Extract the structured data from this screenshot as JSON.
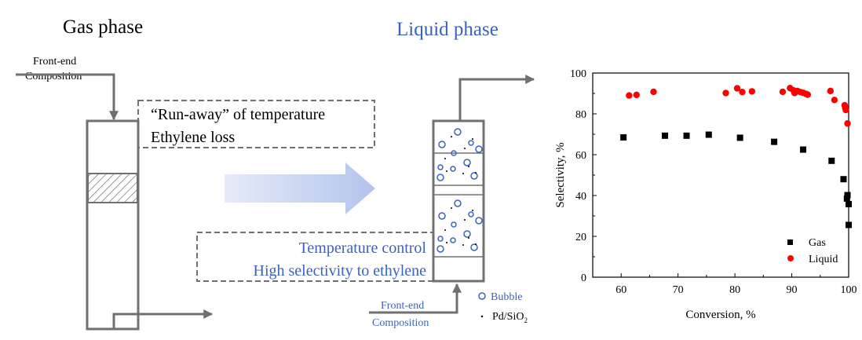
{
  "diagram": {
    "gas_title": "Gas phase",
    "liquid_title": "Liquid phase",
    "gas_inlet_line1": "Front-end",
    "gas_inlet_line2": "Composition",
    "gas_note_line1": "“Run-away” of temperature",
    "gas_note_line2": "Ethylene loss",
    "liquid_note_line1": "Temperature control",
    "liquid_note_line2": "High selectivity to ethylene",
    "liquid_inlet_line1": "Front-end",
    "liquid_inlet_line2": "Composition",
    "legend_bubble": "Bubble",
    "legend_catalyst": "Pd/SiO",
    "legend_catalyst_sub": "2"
  },
  "colors": {
    "gas": "#000000",
    "liquid": "#ff0000",
    "blue_text": "#3a62c0",
    "frame": "#707070"
  },
  "chart_data": {
    "type": "scatter",
    "xlabel": "Conversion, %",
    "ylabel": "Selectivity, %",
    "xlim": [
      55,
      100
    ],
    "ylim": [
      0,
      100
    ],
    "xticks": [
      60,
      70,
      80,
      90,
      100
    ],
    "yticks": [
      0,
      20,
      40,
      60,
      80,
      100
    ],
    "legend_position": "bottom-right",
    "series": [
      {
        "name": "Gas",
        "marker": "square",
        "color": "#000000",
        "x": [
          60.4,
          67.7,
          71.5,
          75.4,
          80.9,
          86.9,
          92.0,
          97.0,
          99.1,
          99.8,
          99.7,
          100.0,
          100.0
        ],
        "y": [
          68.5,
          69.3,
          69.3,
          69.8,
          68.3,
          66.3,
          62.5,
          57.0,
          48.0,
          40.2,
          38.5,
          35.8,
          25.6
        ]
      },
      {
        "name": "Liquid",
        "marker": "circle",
        "color": "#ff0000",
        "x": [
          61.4,
          62.7,
          65.7,
          78.4,
          80.4,
          81.3,
          83.0,
          88.4,
          89.7,
          90.3,
          90.5,
          91.0,
          91.5,
          92.0,
          92.5,
          92.8,
          96.8,
          97.5,
          99.3,
          99.4,
          99.5,
          99.8
        ],
        "y": [
          89.0,
          89.3,
          90.8,
          90.2,
          92.5,
          90.7,
          91.0,
          90.8,
          92.6,
          91.5,
          90.2,
          91.2,
          90.7,
          90.3,
          89.8,
          89.4,
          91.2,
          86.8,
          84.2,
          83.0,
          81.9,
          75.3
        ]
      }
    ]
  }
}
